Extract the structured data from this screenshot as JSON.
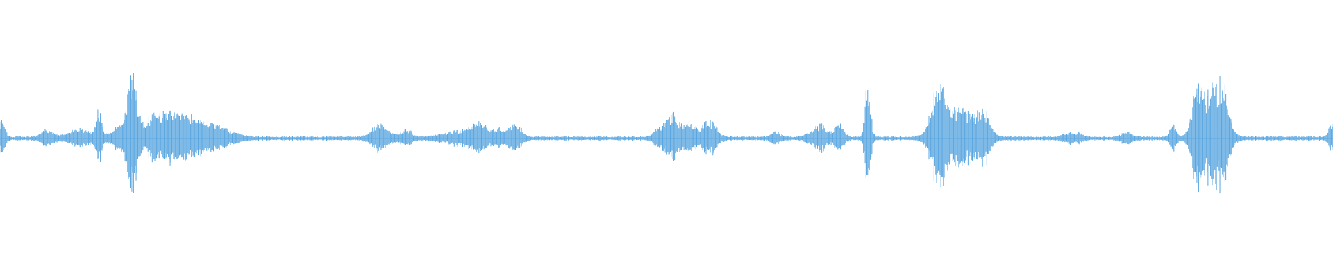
{
  "waveform": {
    "color": "#5aa6e0",
    "background": "#ffffff",
    "sample_count": 1568,
    "bursts": [
      {
        "center": 0.002,
        "width": 0.002,
        "amp": 0.07
      },
      {
        "center": 0.035,
        "width": 0.004,
        "amp": 0.03
      },
      {
        "center": 0.06,
        "width": 0.008,
        "amp": 0.03
      },
      {
        "center": 0.074,
        "width": 0.002,
        "amp": 0.11
      },
      {
        "center": 0.088,
        "width": 0.005,
        "amp": 0.03
      },
      {
        "center": 0.099,
        "width": 0.003,
        "amp": 0.25
      },
      {
        "center": 0.121,
        "width": 0.016,
        "amp": 0.09
      },
      {
        "center": 0.145,
        "width": 0.012,
        "amp": 0.05
      },
      {
        "center": 0.165,
        "width": 0.01,
        "amp": 0.03
      },
      {
        "center": 0.285,
        "width": 0.006,
        "amp": 0.05
      },
      {
        "center": 0.305,
        "width": 0.004,
        "amp": 0.03
      },
      {
        "center": 0.345,
        "width": 0.012,
        "amp": 0.025
      },
      {
        "center": 0.36,
        "width": 0.006,
        "amp": 0.05
      },
      {
        "center": 0.375,
        "width": 0.004,
        "amp": 0.03
      },
      {
        "center": 0.387,
        "width": 0.004,
        "amp": 0.06
      },
      {
        "center": 0.494,
        "width": 0.004,
        "amp": 0.03
      },
      {
        "center": 0.505,
        "width": 0.005,
        "amp": 0.09
      },
      {
        "center": 0.518,
        "width": 0.004,
        "amp": 0.05
      },
      {
        "center": 0.532,
        "width": 0.005,
        "amp": 0.07
      },
      {
        "center": 0.582,
        "width": 0.003,
        "amp": 0.025
      },
      {
        "center": 0.615,
        "width": 0.006,
        "amp": 0.05
      },
      {
        "center": 0.63,
        "width": 0.003,
        "amp": 0.06
      },
      {
        "center": 0.651,
        "width": 0.002,
        "amp": 0.22
      },
      {
        "center": 0.704,
        "width": 0.005,
        "amp": 0.17
      },
      {
        "center": 0.72,
        "width": 0.012,
        "amp": 0.11
      },
      {
        "center": 0.738,
        "width": 0.004,
        "amp": 0.08
      },
      {
        "center": 0.805,
        "width": 0.006,
        "amp": 0.02
      },
      {
        "center": 0.845,
        "width": 0.004,
        "amp": 0.02
      },
      {
        "center": 0.88,
        "width": 0.002,
        "amp": 0.06
      },
      {
        "center": 0.897,
        "width": 0.003,
        "amp": 0.12
      },
      {
        "center": 0.908,
        "width": 0.008,
        "amp": 0.2
      },
      {
        "center": 0.918,
        "width": 0.004,
        "amp": 0.12
      },
      {
        "center": 0.999,
        "width": 0.002,
        "amp": 0.06
      }
    ]
  }
}
